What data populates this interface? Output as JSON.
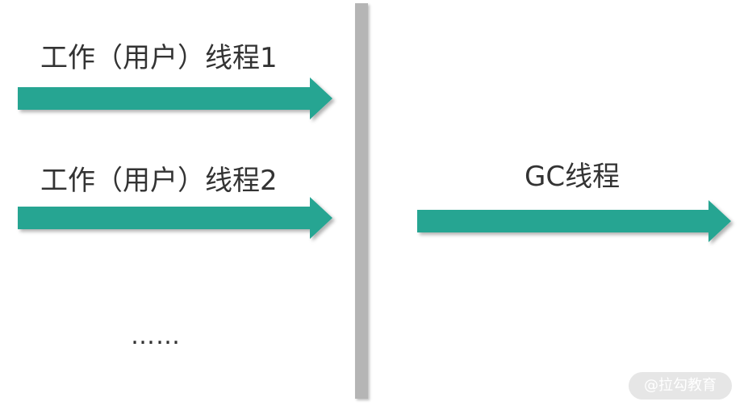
{
  "diagram": {
    "worker_threads": [
      {
        "label": "工作（用户）线程1"
      },
      {
        "label": "工作（用户）线程2"
      }
    ],
    "ellipsis": "……",
    "gc_thread": {
      "label": "GC线程"
    },
    "arrow_color": "#25a592",
    "divider_color": "#b5b5b5"
  },
  "watermark": {
    "text": "@拉勾教育"
  }
}
